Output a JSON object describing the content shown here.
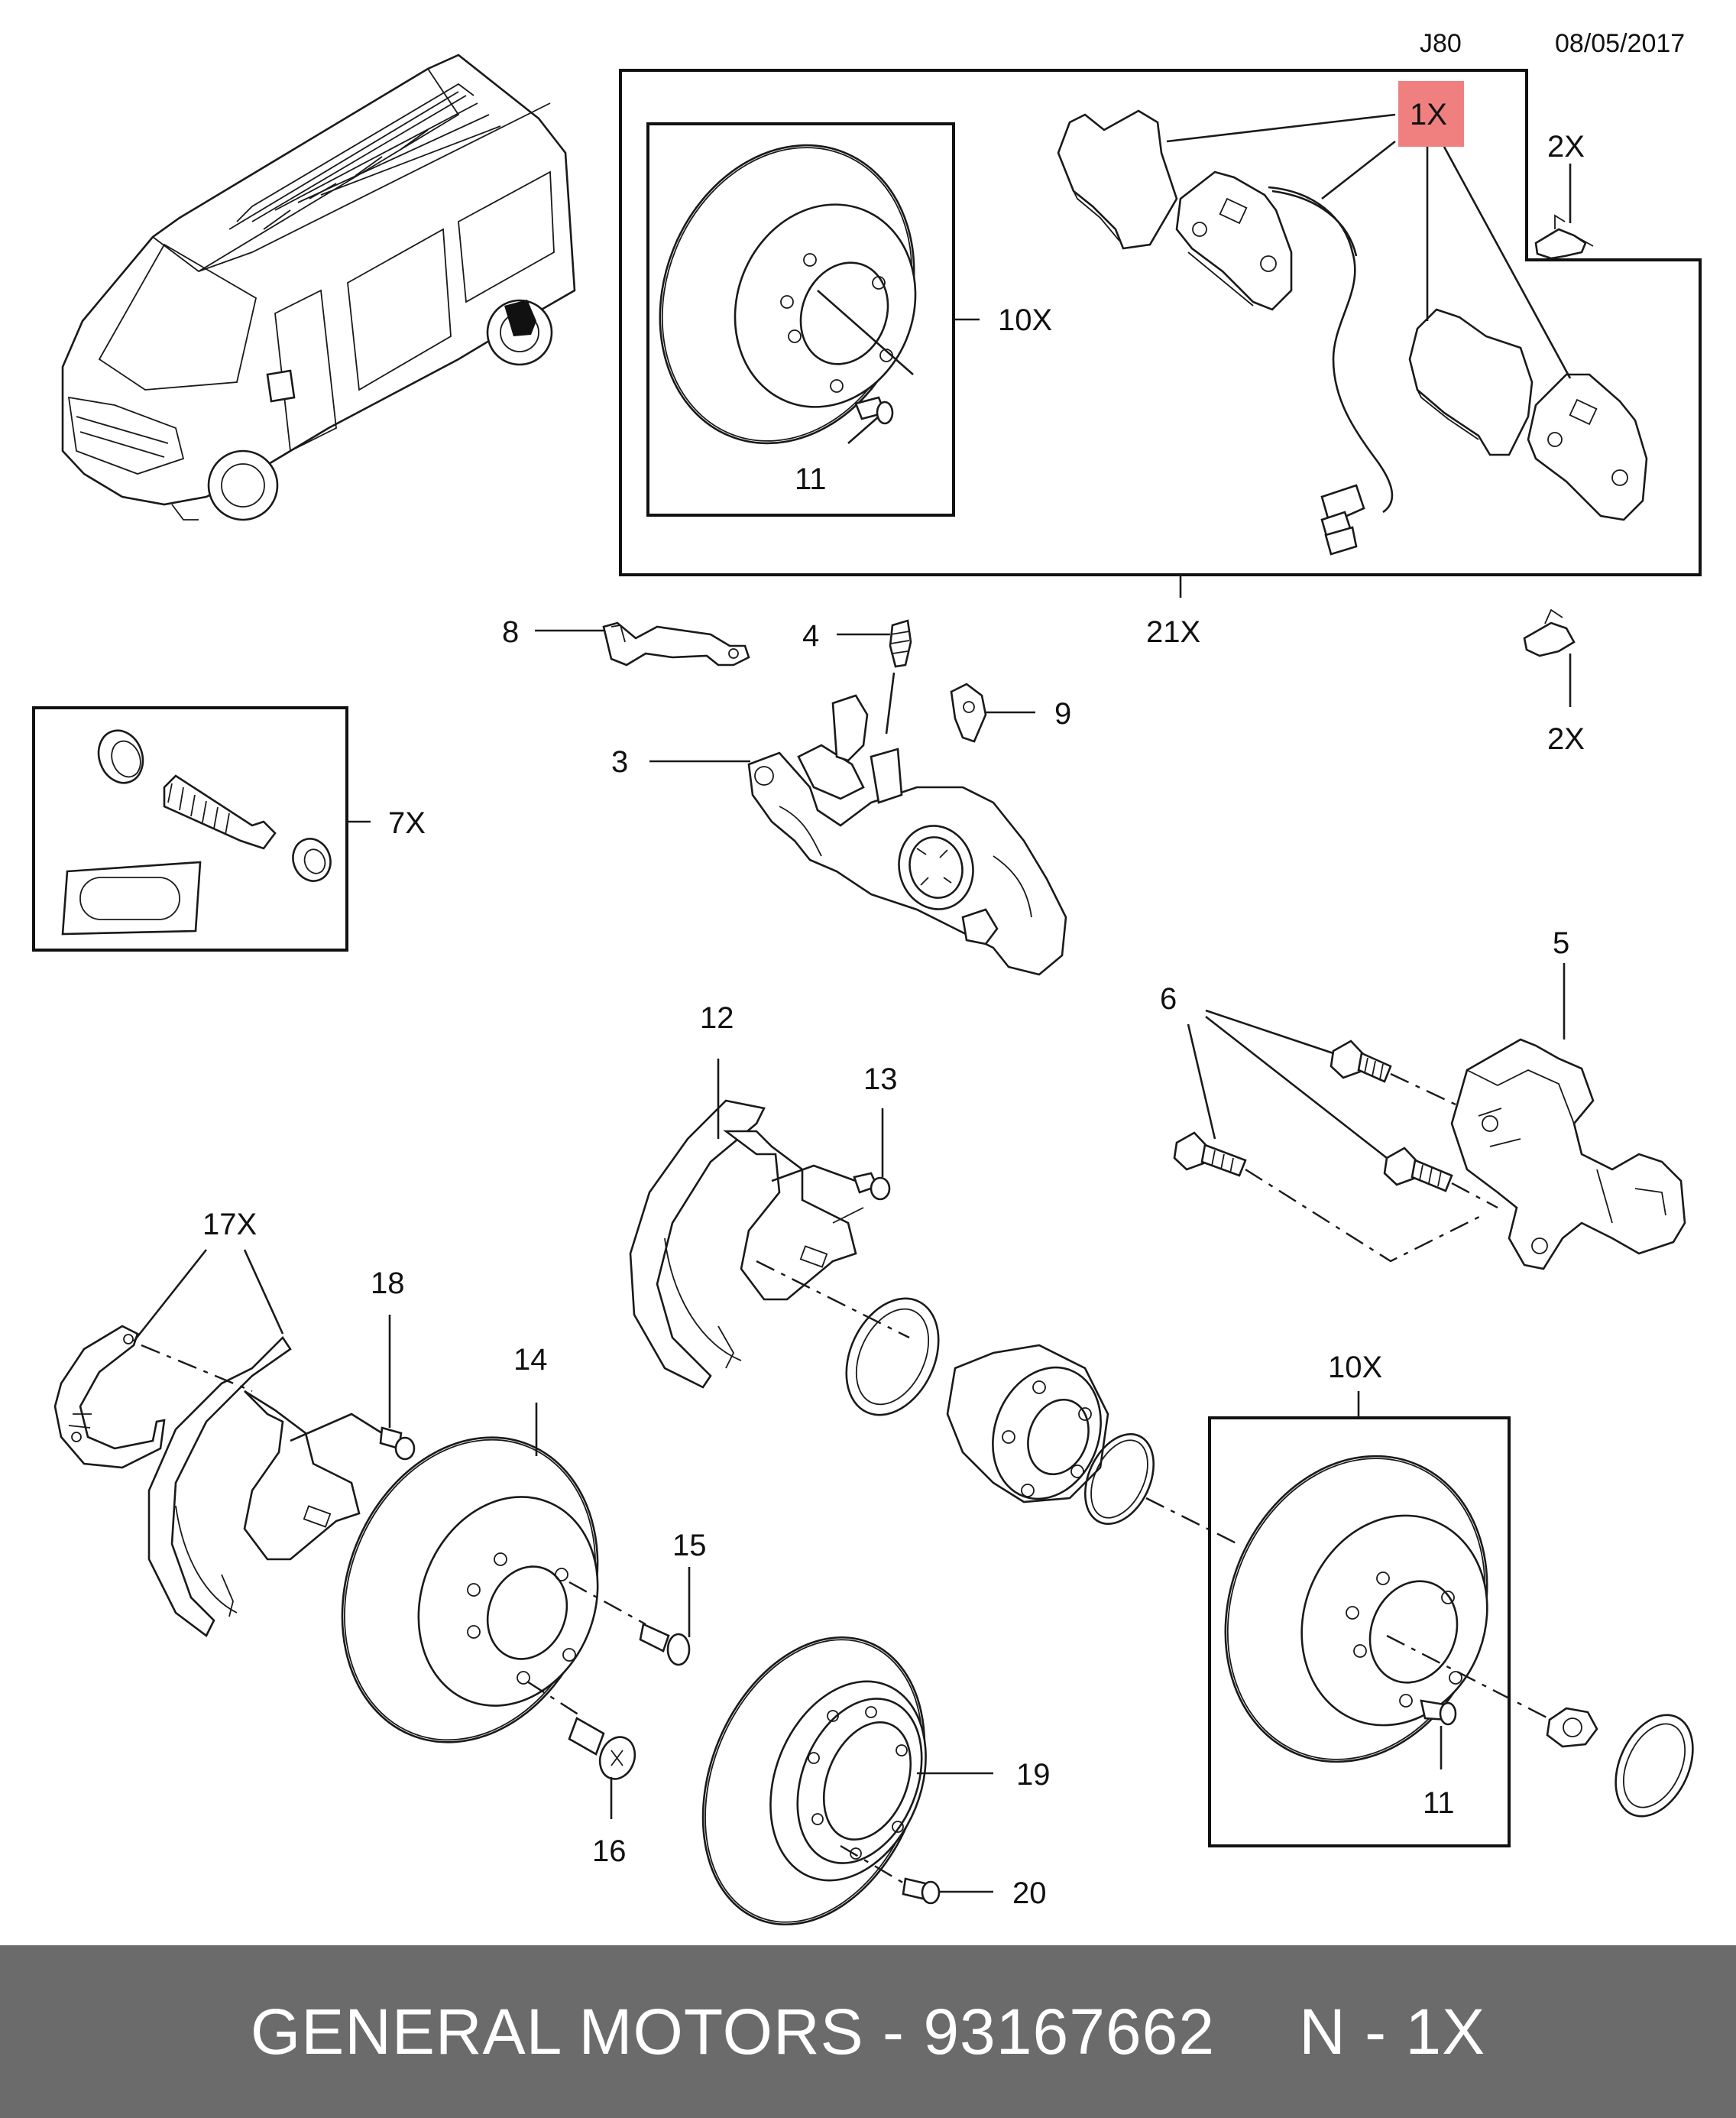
{
  "header": {
    "code": "J80",
    "date": "08/05/2017"
  },
  "highlight_color": "#f08080",
  "footer": {
    "background": "#6b6b6b",
    "brand": "GENERAL MOTORS",
    "separator": "-",
    "part_number": "93167662",
    "note": "N - 1X"
  },
  "callouts": {
    "c1x": "1X",
    "c2x_top": "2X",
    "c10x_top": "10X",
    "c11_top": "11",
    "c21x": "21X",
    "c8": "8",
    "c4": "4",
    "c9": "9",
    "c2x_mid": "2X",
    "c3": "3",
    "c7x": "7X",
    "c5": "5",
    "c6": "6",
    "c12": "12",
    "c13": "13",
    "c17x": "17X",
    "c18": "18",
    "c14": "14",
    "c15": "15",
    "c16": "16",
    "c19": "19",
    "c20": "20",
    "c10x_bottom": "10X",
    "c11_bottom": "11"
  }
}
